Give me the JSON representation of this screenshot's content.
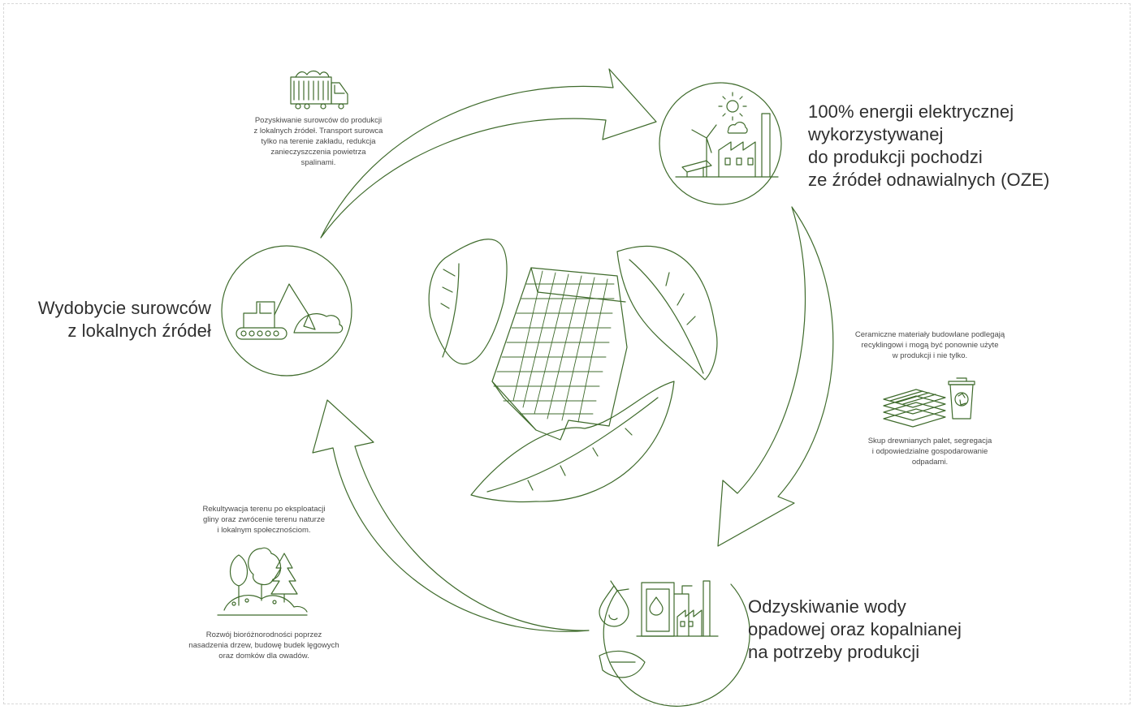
{
  "stages": {
    "energy": {
      "lines": [
        "100% energii elektrycznej",
        "wykorzystywanej",
        "do produkcji pochodzi",
        "ze źródeł odnawialnych (OZE)"
      ]
    },
    "extraction": {
      "lines": [
        "Wydobycie surowców",
        "z lokalnych źródeł"
      ]
    },
    "water": {
      "lines": [
        "Odzyskiwanie wody",
        "opadowej oraz kopalnianej",
        "na potrzeby produkcji"
      ]
    }
  },
  "notes": {
    "transport": [
      "Pozyskiwanie surowców do produkcji",
      "z lokalnych źródeł. Transport surowca",
      "tylko na terenie zakładu, redukcja",
      "zanieczyszczenia powietrza",
      "spalinami."
    ],
    "recycling": [
      "Ceramiczne materiały budowlane podlegają",
      "recyklingowi i mogą być ponownie użyte",
      "w produkcji i nie tylko."
    ],
    "pallets": [
      "Skup drewnianych palet, segregacja",
      "i odpowiedzialne gospodarowanie",
      "odpadami."
    ],
    "reclamation": [
      "Rekultywacja terenu po eksploatacji",
      "gliny oraz zwrócenie terenu naturze",
      "i lokalnym społecznościom."
    ],
    "biodiversity": [
      "Rozwój bioróżnorodności poprzez",
      "nasadzenia drzew, budowę budek lęgowych",
      "oraz domków dla owadów."
    ]
  },
  "colors": {
    "stroke": "#3f6b2c",
    "text": "#2f2f2f"
  },
  "icons": [
    "truck-icon",
    "factory-renewable-icon",
    "excavator-icon",
    "pallets-icon",
    "recycle-bin-icon",
    "trees-icon",
    "water-factory-icon",
    "brick-leaves-icon"
  ]
}
